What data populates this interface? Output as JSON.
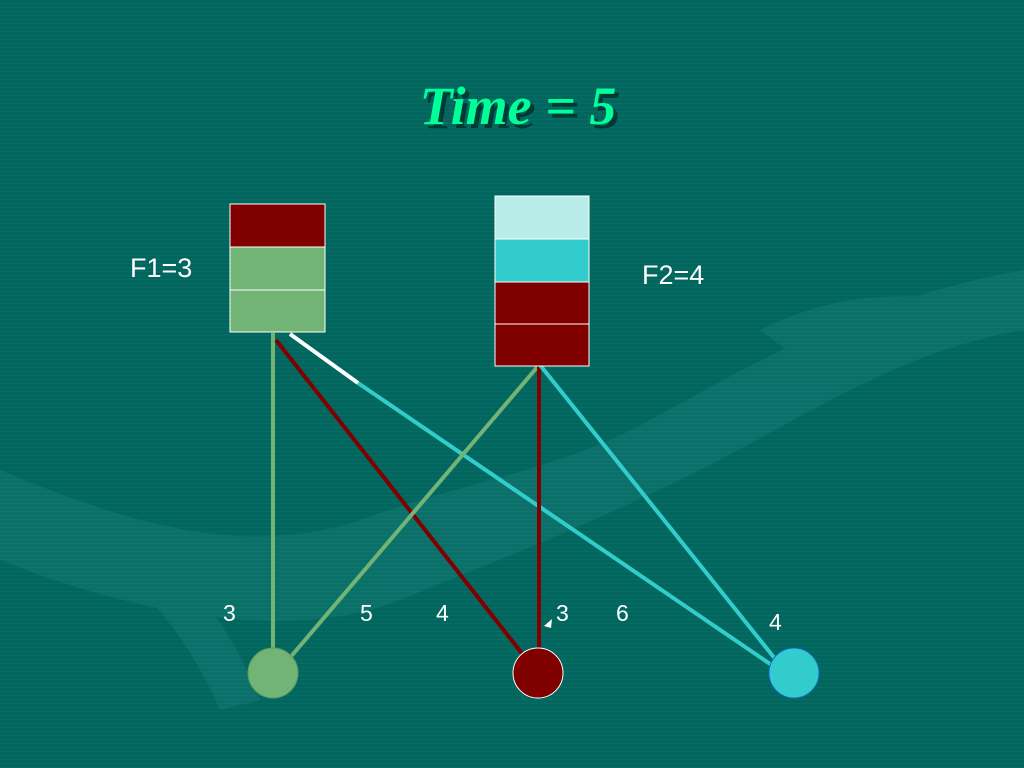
{
  "title": "Time = 5",
  "queues": {
    "f1": {
      "label": "F1=3",
      "cells": [
        "#800000",
        "#72b476",
        "#72b476"
      ]
    },
    "f2": {
      "label": "F2=4",
      "cells": [
        "#b8ece9",
        "#33cccc",
        "#800000",
        "#800000"
      ]
    }
  },
  "edge_labels": [
    "3",
    "5",
    "4",
    "3",
    "6",
    "4"
  ],
  "nodes": [
    {
      "name": "green-node",
      "color": "#72b476"
    },
    {
      "name": "red-node",
      "color": "#800000"
    },
    {
      "name": "cyan-node",
      "color": "#33cccc"
    }
  ],
  "colors": {
    "background": "#00665e",
    "title": "#00ff99",
    "green": "#72b476",
    "red": "#800000",
    "cyan": "#33cccc",
    "white": "#ffffff"
  }
}
